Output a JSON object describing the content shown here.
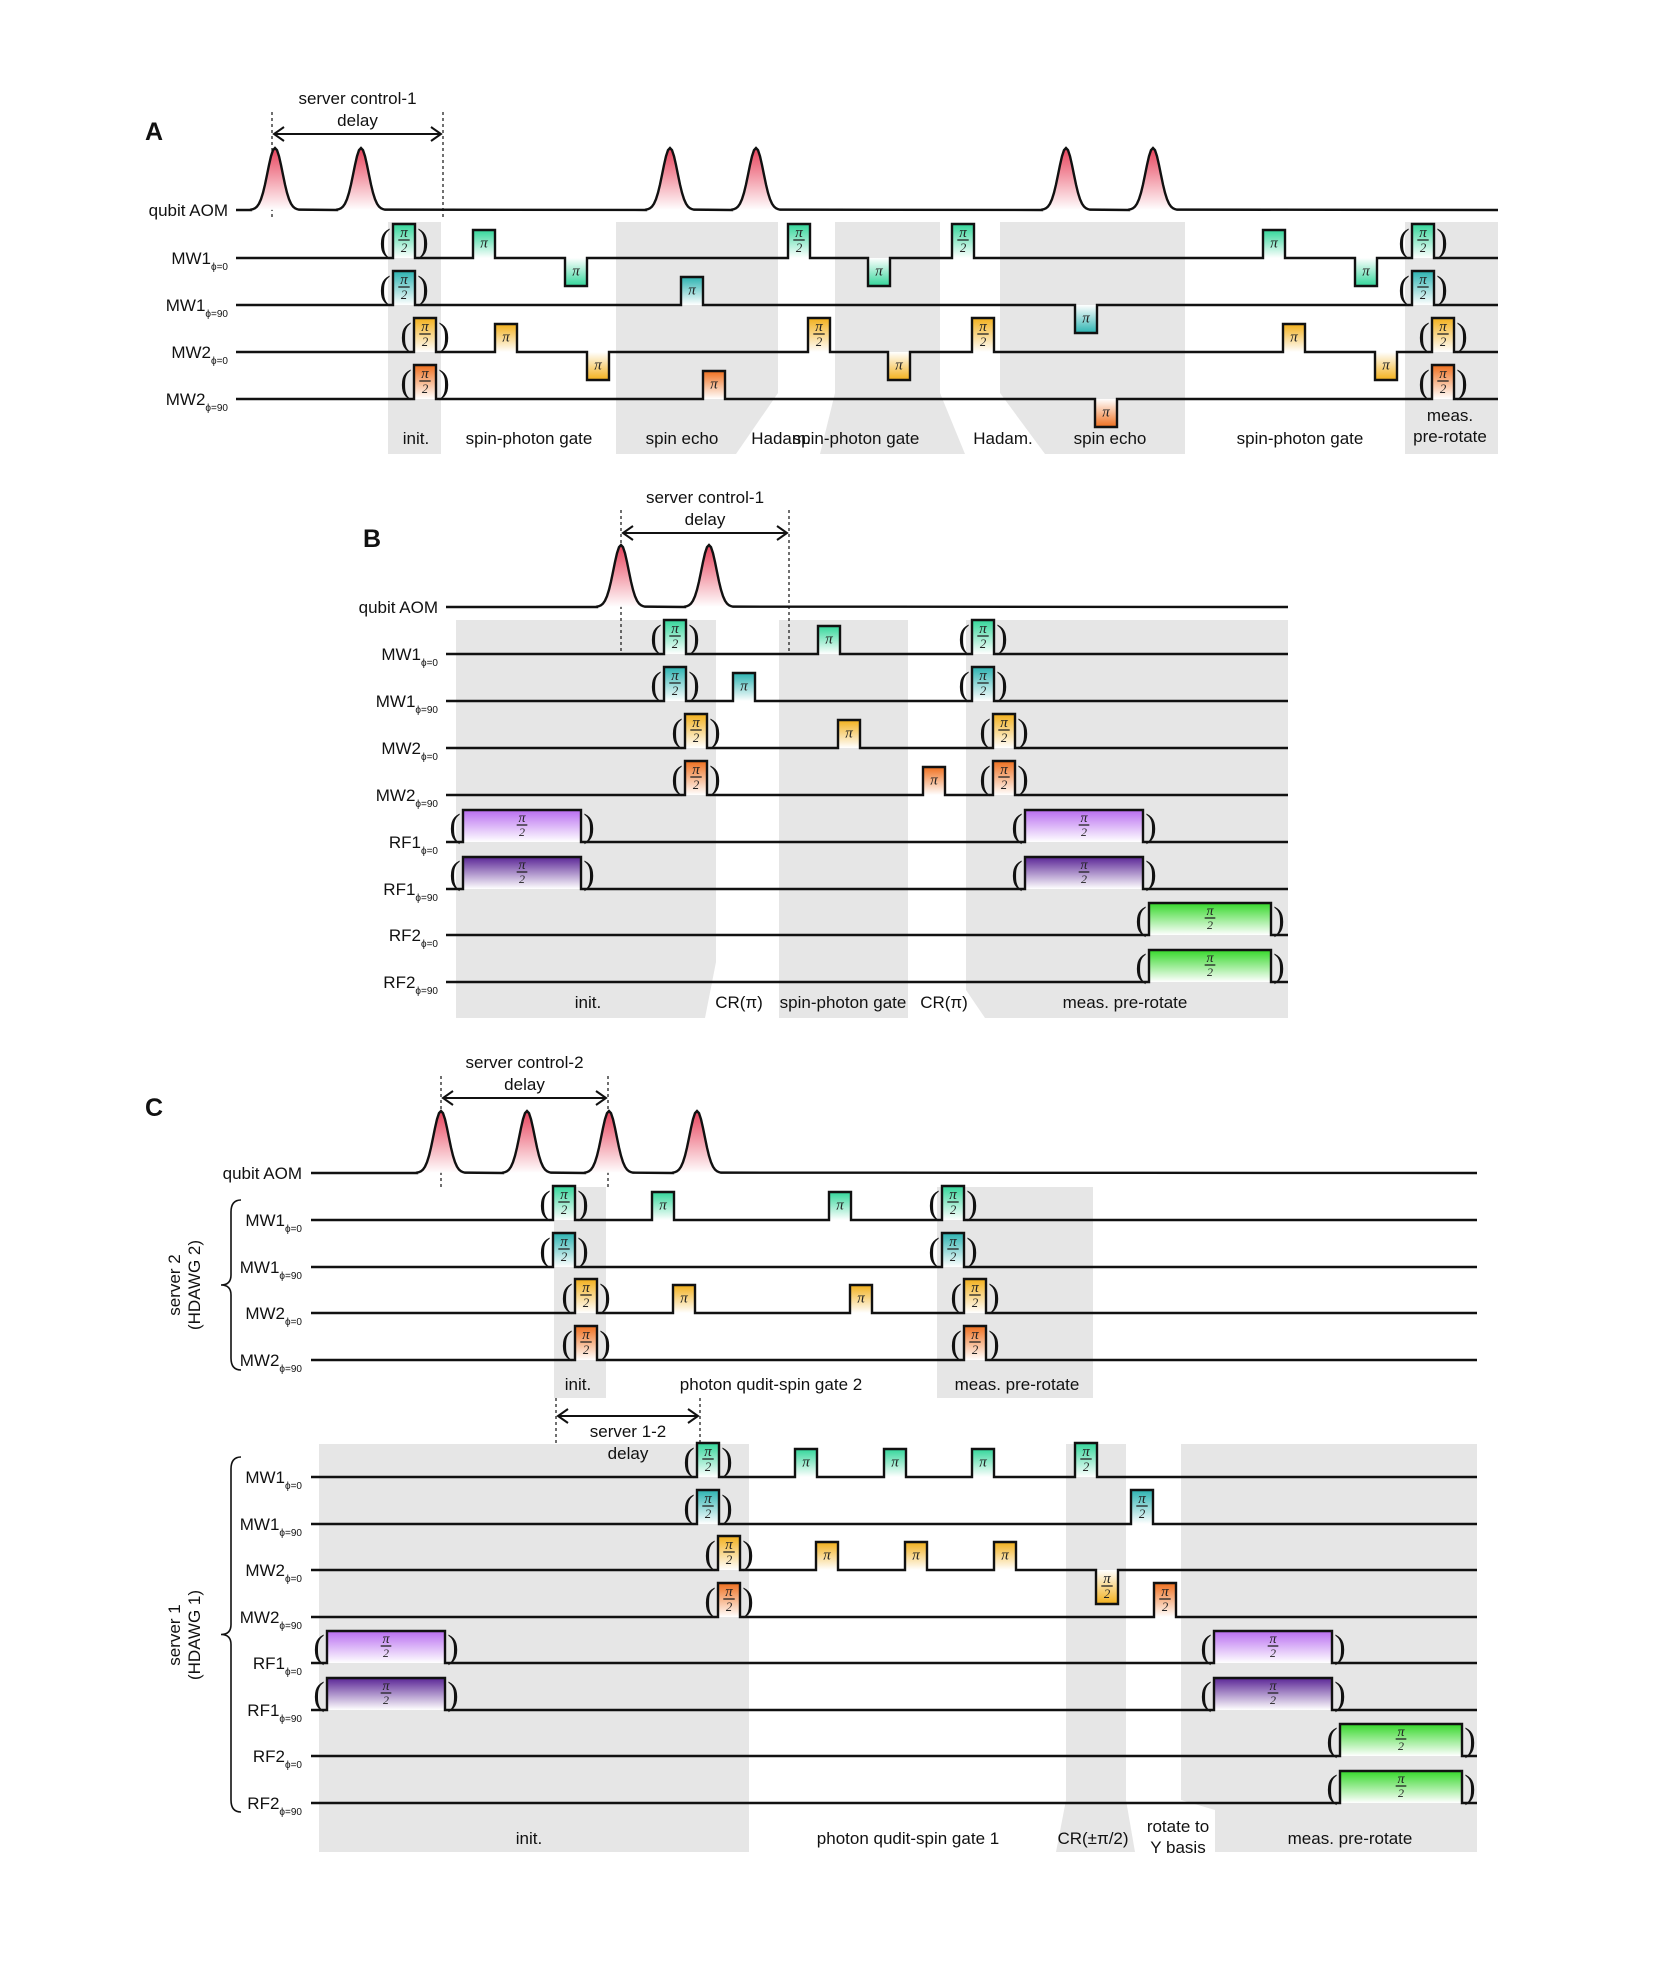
{
  "glyphs": {
    "pi": "π",
    "two": "2"
  },
  "colors": {
    "aom": "#e8435c",
    "mw1_0": "#33d69a",
    "mw1_90": "#2bb3b1",
    "mw2_0": "#f2b01c",
    "mw2_90": "#ef6f1e",
    "rf1_0": "#b86cf0",
    "rf1_90": "#5a2596",
    "rf2": "#35d82a"
  },
  "panelA": {
    "letter": "A",
    "delay_label": "server control-1",
    "delay_label2": "delay",
    "rows": [
      {
        "name": "qubit AOM",
        "sub": ""
      },
      {
        "name": "MW1",
        "sub": "ϕ=0"
      },
      {
        "name": "MW1",
        "sub": "ϕ=90"
      },
      {
        "name": "MW2",
        "sub": "ϕ=0"
      },
      {
        "name": "MW2",
        "sub": "ϕ=90"
      }
    ],
    "segments": [
      {
        "line1": "init.",
        "line2": ""
      },
      {
        "line1": "spin-photon gate",
        "line2": ""
      },
      {
        "line1": "spin echo",
        "line2": ""
      },
      {
        "line1": "Hadam.",
        "line2": ""
      },
      {
        "line1": "spin-photon gate",
        "line2": ""
      },
      {
        "line1": "Hadam.",
        "line2": ""
      },
      {
        "line1": "spin echo",
        "line2": ""
      },
      {
        "line1": "spin-photon gate",
        "line2": ""
      },
      {
        "line1": "meas.",
        "line2": "pre-rotate"
      }
    ]
  },
  "panelB": {
    "letter": "B",
    "delay_label": "server control-1",
    "delay_label2": "delay",
    "rows": [
      {
        "name": "qubit AOM",
        "sub": ""
      },
      {
        "name": "MW1",
        "sub": "ϕ=0"
      },
      {
        "name": "MW1",
        "sub": "ϕ=90"
      },
      {
        "name": "MW2",
        "sub": "ϕ=0"
      },
      {
        "name": "MW2",
        "sub": "ϕ=90"
      },
      {
        "name": "RF1",
        "sub": "ϕ=0"
      },
      {
        "name": "RF1",
        "sub": "ϕ=90"
      },
      {
        "name": "RF2",
        "sub": "ϕ=0"
      },
      {
        "name": "RF2",
        "sub": "ϕ=90"
      }
    ],
    "segments": [
      {
        "line1": "init.",
        "line2": ""
      },
      {
        "line1": "CR(π)",
        "line2": ""
      },
      {
        "line1": "spin-photon gate",
        "line2": ""
      },
      {
        "line1": "CR(π)",
        "line2": ""
      },
      {
        "line1": "meas. pre-rotate",
        "line2": ""
      }
    ]
  },
  "panelC": {
    "letter": "C",
    "delay_label": "server control-2",
    "delay_label2": "delay",
    "delay12_label": "server 1-2",
    "delay12_label2": "delay",
    "server2_label": "server 2",
    "server2_sub": "(HDAWG 2)",
    "server1_label": "server 1",
    "server1_sub": "(HDAWG 1)",
    "aom_row": {
      "name": "qubit AOM",
      "sub": ""
    },
    "rows_s2": [
      {
        "name": "MW1",
        "sub": "ϕ=0"
      },
      {
        "name": "MW1",
        "sub": "ϕ=90"
      },
      {
        "name": "MW2",
        "sub": "ϕ=0"
      },
      {
        "name": "MW2",
        "sub": "ϕ=90"
      }
    ],
    "rows_s1": [
      {
        "name": "MW1",
        "sub": "ϕ=0"
      },
      {
        "name": "MW1",
        "sub": "ϕ=90"
      },
      {
        "name": "MW2",
        "sub": "ϕ=0"
      },
      {
        "name": "MW2",
        "sub": "ϕ=90"
      },
      {
        "name": "RF1",
        "sub": "ϕ=0"
      },
      {
        "name": "RF1",
        "sub": "ϕ=90"
      },
      {
        "name": "RF2",
        "sub": "ϕ=0"
      },
      {
        "name": "RF2",
        "sub": "ϕ=90"
      }
    ],
    "segments_s2": [
      {
        "line1": "init.",
        "line2": ""
      },
      {
        "line1": "photon qudit-spin gate 2",
        "line2": ""
      },
      {
        "line1": "meas. pre-rotate",
        "line2": ""
      }
    ],
    "segments_s1": [
      {
        "line1": "init.",
        "line2": ""
      },
      {
        "line1": "photon qudit-spin gate 1",
        "line2": ""
      },
      {
        "line1": "CR(±π/2)",
        "line2": ""
      },
      {
        "line1": "rotate to",
        "line2": "Y basis"
      },
      {
        "line1": "meas. pre-rotate",
        "line2": ""
      }
    ]
  }
}
